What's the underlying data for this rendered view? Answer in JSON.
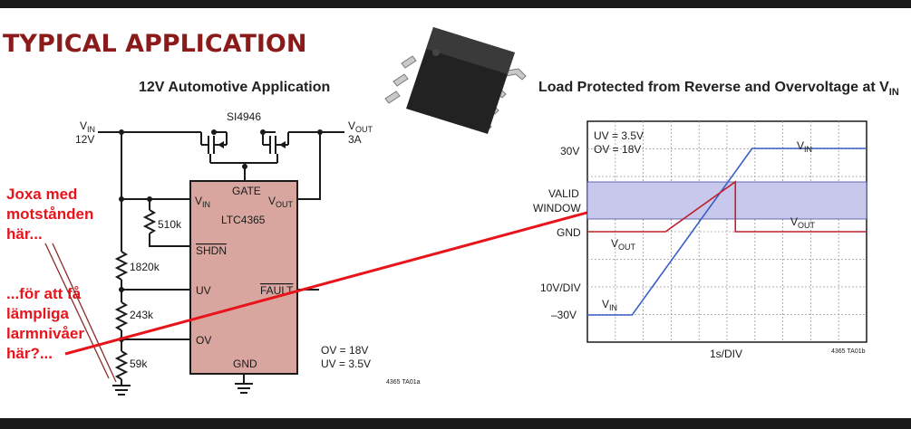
{
  "header": {
    "title": "TYPICAL APPLICATION"
  },
  "schematic": {
    "caption": "12V Automotive Application",
    "mosfet": "SI4946",
    "vin_sub": "IN",
    "vin_v": "12V",
    "vout_sub": "OUT",
    "vout_i": "3A",
    "ic": {
      "name": "LTC4365",
      "gate": "GATE",
      "vin_sub": "IN",
      "vout_sub": "OUT",
      "shdn": "SHDN",
      "uv": "UV",
      "fault": "FAULT",
      "ov": "OV",
      "gnd": "GND"
    },
    "r_shdn": "510k",
    "r1": "1820k",
    "r2": "243k",
    "r3": "59k",
    "spec_ov": "OV = 18V",
    "spec_uv": "UV = 3.5V",
    "ref": "4365 TA01a"
  },
  "annotations": {
    "note1": [
      "Joxa med",
      "motstånden",
      "här..."
    ],
    "note2": [
      "...för att få",
      "lämpliga",
      "larmnivåer",
      "här?..."
    ],
    "accent_color": "#e8141b"
  },
  "scope": {
    "caption_main": "Load Protected from Reverse and Overvoltage at V",
    "caption_sub": "IN",
    "uv_setting": "UV = 3.5V",
    "ov_setting": "OV = 18V",
    "y_30v": "30V",
    "y_valid1": "VALID",
    "y_valid2": "WINDOW",
    "y_gnd": "GND",
    "y_div": "10V/DIV",
    "y_neg30": "–30V",
    "x_div": "1s/DIV",
    "trace_vin_sub": "IN",
    "trace_vout_sub": "OUT",
    "ref": "4365 TA01b",
    "vin_color": "#3a5fc4",
    "vout_color": "#c0202a",
    "window_color": "#c8c8ec"
  },
  "chart_data": {
    "type": "line",
    "xlabel": "1s/DIV",
    "ylabel": "10V/DIV",
    "yticks": [
      "30V",
      "VALID WINDOW",
      "GND",
      "10V/DIV",
      "–30V"
    ],
    "series": [
      {
        "name": "VIN",
        "points": [
          [
            0,
            -30
          ],
          [
            1.6,
            -30
          ],
          [
            5.9,
            30
          ],
          [
            10,
            30
          ]
        ]
      },
      {
        "name": "VOUT",
        "points": [
          [
            0,
            0
          ],
          [
            2.8,
            0
          ],
          [
            5.3,
            18
          ],
          [
            5.3,
            0
          ],
          [
            10,
            0
          ]
        ]
      }
    ],
    "valid_window": [
      3.5,
      18
    ]
  }
}
